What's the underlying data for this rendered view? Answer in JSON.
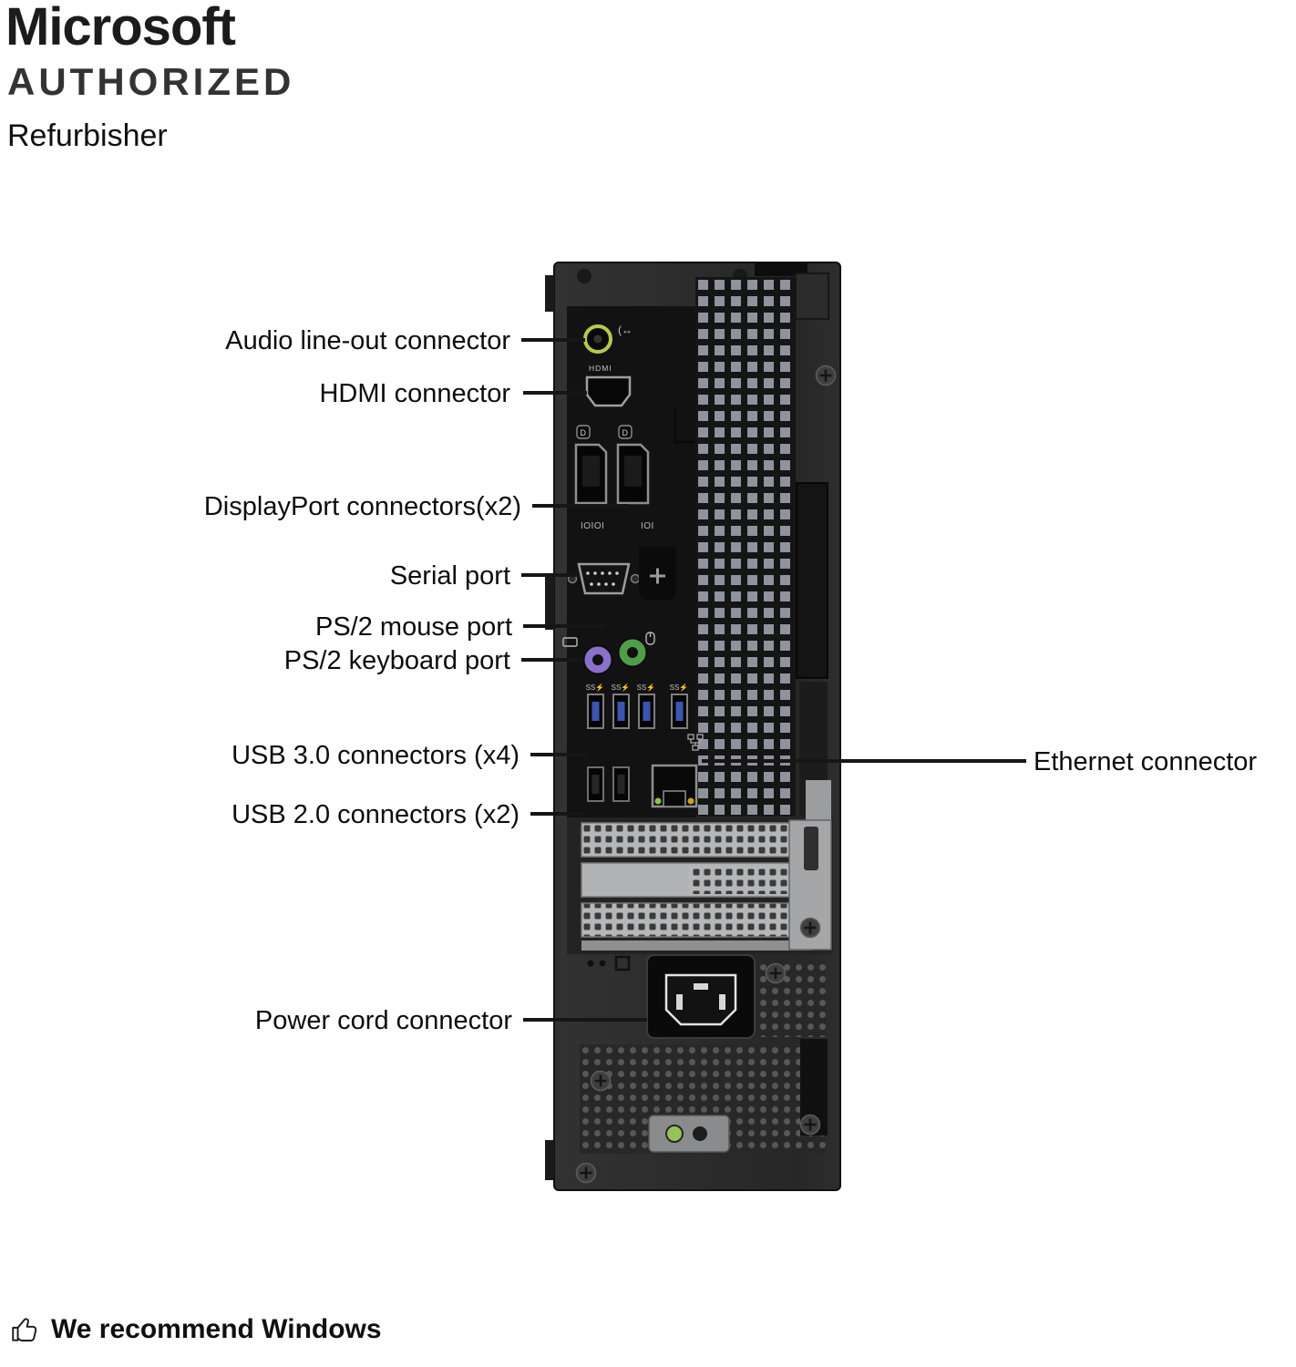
{
  "branding": {
    "brand": "Microsoft",
    "authorized": "AUTHORIZED",
    "refurbisher": "Refurbisher"
  },
  "callouts": {
    "audio": "Audio line-out connector",
    "hdmi": "HDMI connector",
    "displayport": "DisplayPort connectors(x2)",
    "serial": "Serial port",
    "ps2_mouse": "PS/2 mouse port",
    "ps2_keyboard": "PS/2 keyboard port",
    "usb3": "USB 3.0 connectors (x4)",
    "usb2": "USB 2.0 connectors (x2)",
    "power": "Power cord connector",
    "ethernet": "Ethernet connector"
  },
  "port_markings": {
    "hdmi": "HDMI",
    "serial": "IOIOI",
    "serial_alt": "IOI",
    "usb3": "SS⚡",
    "dp_icon": "D",
    "audio_icon": "(↔"
  },
  "colors": {
    "chassis": "#2b2b2b",
    "audio_ring": "#b9c84c",
    "ps2_mouse": "#4f9d49",
    "ps2_keyboard": "#8a70c9",
    "usb3_tab": "#3b55b0",
    "ethernet_led_green": "#8bc34a",
    "ethernet_led_amber": "#c9a227",
    "power_led": "#97c25a"
  },
  "footer": {
    "recommend": "We recommend Windows"
  }
}
